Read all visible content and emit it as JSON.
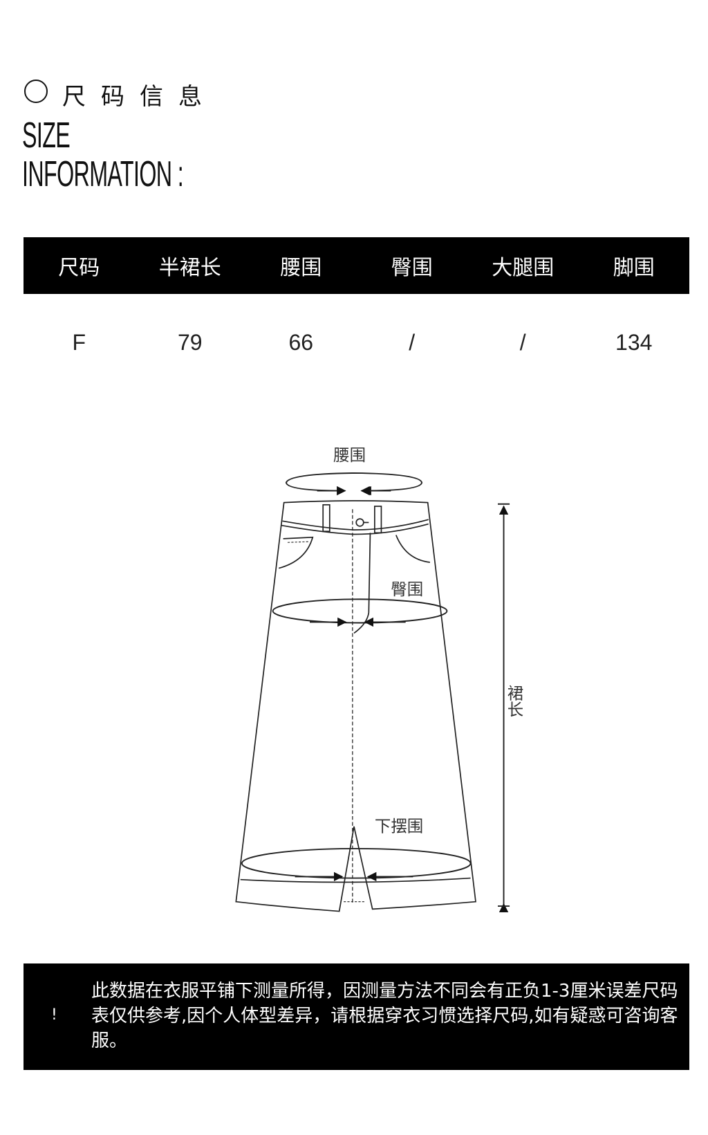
{
  "header": {
    "title_cn": "尺码信息",
    "title_en_line1": "SIZE",
    "title_en_line2": "INFORMATION :"
  },
  "size_table": {
    "columns": [
      "尺码",
      "半裙长",
      "腰围",
      "臀围",
      "大腿围",
      "脚围"
    ],
    "rows": [
      [
        "F",
        "79",
        "66",
        "/",
        "/",
        "134"
      ]
    ]
  },
  "diagram": {
    "waist_label": "腰围",
    "hip_label": "臀围",
    "length_label": "裙长",
    "hem_label": "下摆围"
  },
  "notice": {
    "icon": "!",
    "text": "此数据在衣服平铺下测量所得，因测量方法不同会有正负1-3厘米误差尺码表仅供参考,因个人体型差异，请根据穿衣习惯选择尺码,如有疑惑可咨询客服。"
  }
}
